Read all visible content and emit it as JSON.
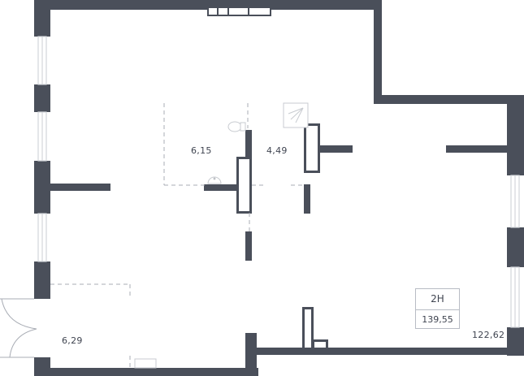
{
  "colors": {
    "wall": "#4a4f5a",
    "fixture": "#c8cbd0",
    "dash": "#a9adb5"
  },
  "rooms": [
    {
      "area": "6,15"
    },
    {
      "area": "4,49"
    },
    {
      "area": "6,29"
    },
    {
      "area": "122,62"
    }
  ],
  "unit": {
    "number": "2Н",
    "total_area": "139,55"
  }
}
